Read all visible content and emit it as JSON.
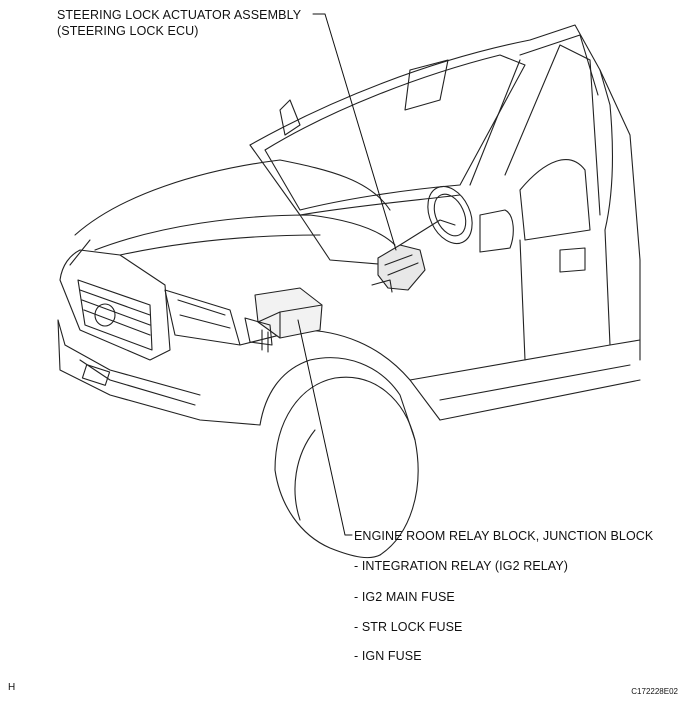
{
  "labels": {
    "steering_lock_line1": "STEERING LOCK ACTUATOR ASSEMBLY",
    "steering_lock_line2": "(STEERING LOCK ECU)",
    "relay_block": "ENGINE ROOM RELAY BLOCK, JUNCTION BLOCK",
    "relay_items": [
      "- INTEGRATION RELAY (IG2 RELAY)",
      "- IG2 MAIN FUSE",
      "- STR LOCK FUSE",
      "- IGN FUSE"
    ]
  },
  "footer": {
    "left_code": "H",
    "right_code": "C172228E02"
  }
}
